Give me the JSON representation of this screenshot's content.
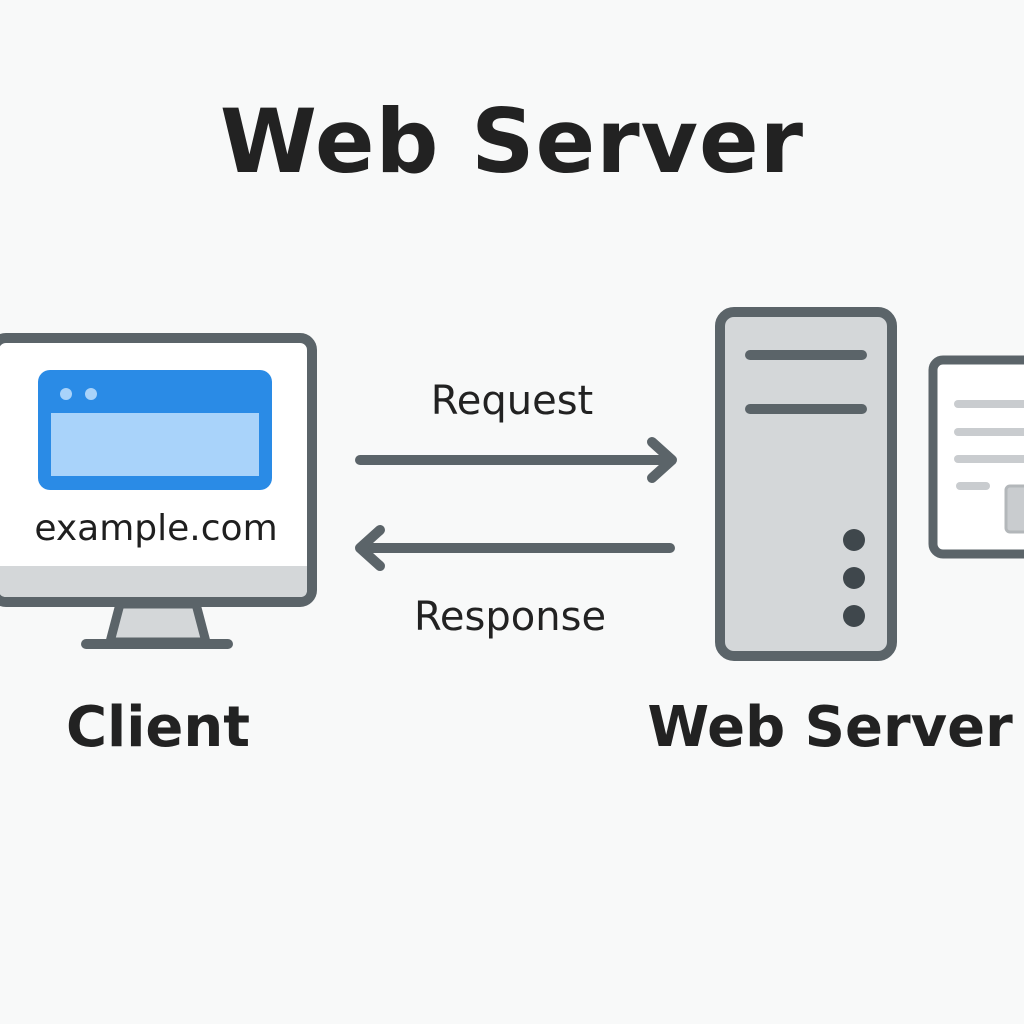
{
  "title": "Web Server",
  "client": {
    "label": "Client",
    "url": "example.com"
  },
  "server": {
    "label": "Web Server"
  },
  "arrows": {
    "request_label": "Request",
    "response_label": "Response"
  },
  "colors": {
    "background": "#f8f9f9",
    "outline": "#5b6469",
    "device_fill": "#d4d7d9",
    "browser_blue": "#2a8be6",
    "browser_light": "#a9d3fa",
    "text": "#222222"
  },
  "icons": {
    "client": "monitor-icon",
    "server": "server-tower-icon",
    "page": "web-page-icon"
  }
}
